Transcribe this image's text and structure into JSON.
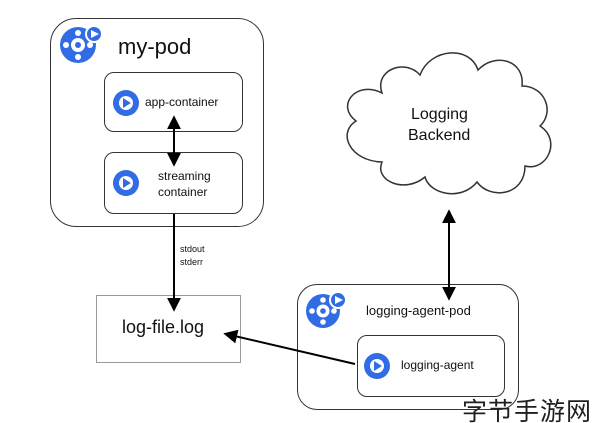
{
  "my_pod": {
    "title": "my-pod",
    "app_container": "app-container",
    "streaming_container_line1": "streaming",
    "streaming_container_line2": "container"
  },
  "streams": {
    "stdout": "stdout",
    "stderr": "stderr"
  },
  "log_file": "log-file.log",
  "logging_backend": {
    "line1": "Logging",
    "line2": "Backend"
  },
  "logging_agent_pod": {
    "title": "logging-agent-pod",
    "agent": "logging-agent"
  },
  "watermark": "字节手游网",
  "colors": {
    "icon_blue": "#326ce5",
    "stroke": "#333333",
    "arrow": "#000000"
  }
}
